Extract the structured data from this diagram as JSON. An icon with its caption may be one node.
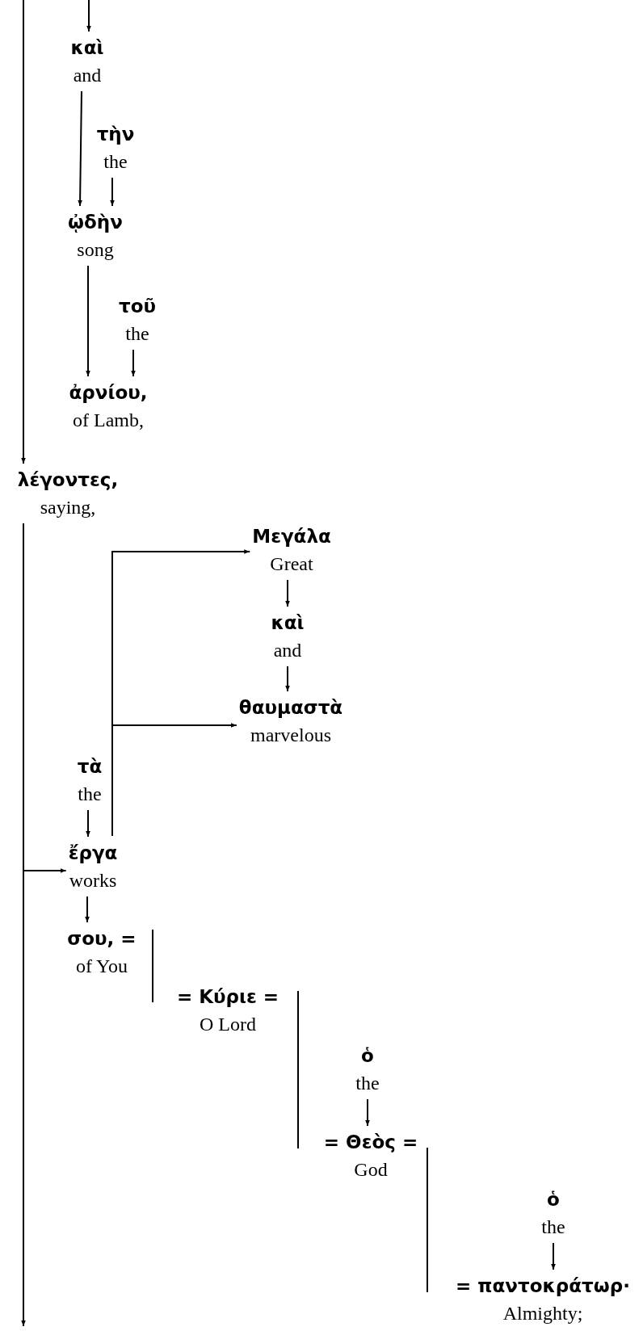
{
  "diagram": {
    "nodes": [
      {
        "text": [
          "καὶ",
          "and"
        ]
      },
      {
        "text": [
          "τὴν",
          "the"
        ]
      },
      {
        "text": [
          "ᾠδὴν",
          "song"
        ]
      },
      {
        "text": [
          "τοῦ",
          "the"
        ]
      },
      {
        "text": [
          "ἀρνίου,",
          "of Lamb,"
        ]
      },
      {
        "text": [
          "λέγοντες,",
          "saying,"
        ]
      },
      {
        "text": [
          "Μεγάλα",
          "Great"
        ]
      },
      {
        "text": [
          "καὶ",
          "and"
        ]
      },
      {
        "text": [
          "θαυμαστὰ",
          "marvelous"
        ]
      },
      {
        "text": [
          "τὰ",
          "the"
        ]
      },
      {
        "text": [
          "ἔργα",
          "works"
        ]
      },
      {
        "text": [
          "σου, =",
          "of You"
        ]
      },
      {
        "text": [
          "= Κύριε =",
          "O Lord"
        ]
      },
      {
        "text": [
          "ὁ",
          "the"
        ]
      },
      {
        "text": [
          "= Θεὸς =",
          "God"
        ]
      },
      {
        "text": [
          "ὁ",
          "the"
        ]
      },
      {
        "text": [
          "= παντοκράτωρ·",
          "Almighty;"
        ]
      }
    ],
    "edges": [
      {
        "from": null,
        "to": 0,
        "arrow": "to"
      },
      {
        "from": 0,
        "to": 2,
        "arrow": "to"
      },
      {
        "from": 1,
        "to": 2,
        "arrow": "to"
      },
      {
        "from": 2,
        "to": 4,
        "arrow": "to"
      },
      {
        "from": 3,
        "to": 4,
        "arrow": "to"
      },
      {
        "from": null,
        "to": 5,
        "arrow": "to"
      },
      {
        "from": 5,
        "to": null,
        "arrow": "to"
      },
      {
        "from": 5,
        "to": 10,
        "arrow": "to"
      },
      {
        "from": 10,
        "to": 6,
        "arrow": "to"
      },
      {
        "from": 10,
        "to": 8,
        "arrow": "to"
      },
      {
        "from": 6,
        "to": 7,
        "arrow": "to"
      },
      {
        "from": 7,
        "to": 8,
        "arrow": "to"
      },
      {
        "from": 9,
        "to": 10,
        "arrow": "to"
      },
      {
        "from": 10,
        "to": 11,
        "arrow": "to"
      },
      {
        "from": 11,
        "to": 12,
        "arrow": "none"
      },
      {
        "from": 13,
        "to": 14,
        "arrow": "to"
      },
      {
        "from": 12,
        "to": 14,
        "arrow": "none"
      },
      {
        "from": 15,
        "to": 16,
        "arrow": "to"
      },
      {
        "from": 14,
        "to": 16,
        "arrow": "none"
      }
    ]
  }
}
